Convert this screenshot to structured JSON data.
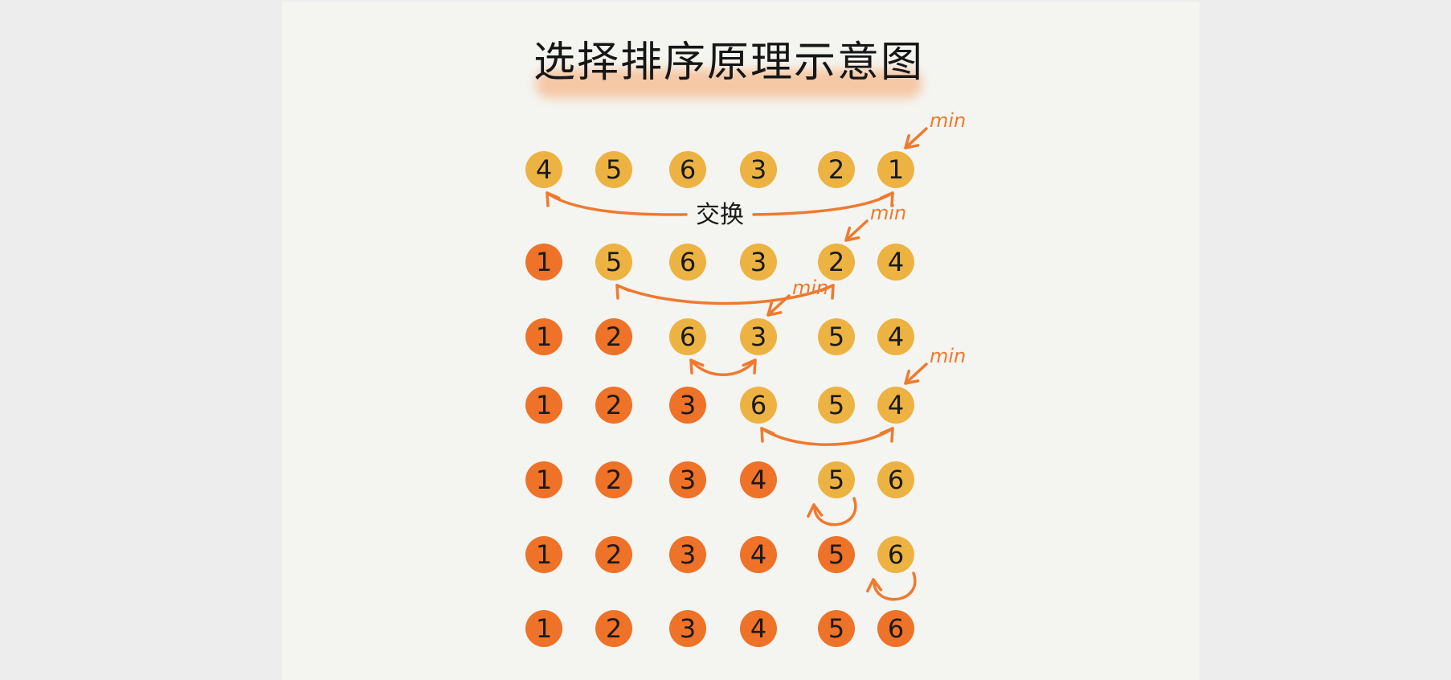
{
  "title": "选择排序原理示意图",
  "colors": {
    "unsorted": "#EDB342",
    "sorted": "#EE7228",
    "arrow": "#EE7A30",
    "highlight": "#F5C8A6",
    "text": "#1a1a1a"
  },
  "swap_label": "交换",
  "min_label": "min",
  "rows": [
    {
      "values": [
        4,
        5,
        6,
        3,
        2,
        1
      ],
      "sorted_count": 0,
      "min_index": 5,
      "swap": [
        0,
        5
      ]
    },
    {
      "values": [
        1,
        5,
        6,
        3,
        2,
        4
      ],
      "sorted_count": 1,
      "min_index": 4,
      "swap": [
        1,
        4
      ]
    },
    {
      "values": [
        1,
        2,
        6,
        3,
        5,
        4
      ],
      "sorted_count": 2,
      "min_index": 3,
      "swap": [
        2,
        3
      ]
    },
    {
      "values": [
        1,
        2,
        3,
        6,
        5,
        4
      ],
      "sorted_count": 3,
      "min_index": 5,
      "swap": [
        3,
        5
      ]
    },
    {
      "values": [
        1,
        2,
        3,
        4,
        5,
        6
      ],
      "sorted_count": 4,
      "min_index": null,
      "swap": [
        4,
        4
      ]
    },
    {
      "values": [
        1,
        2,
        3,
        4,
        5,
        6
      ],
      "sorted_count": 5,
      "min_index": null,
      "swap": [
        5,
        5
      ]
    },
    {
      "values": [
        1,
        2,
        3,
        4,
        5,
        6
      ],
      "sorted_count": 6,
      "min_index": null,
      "swap": null
    }
  ]
}
